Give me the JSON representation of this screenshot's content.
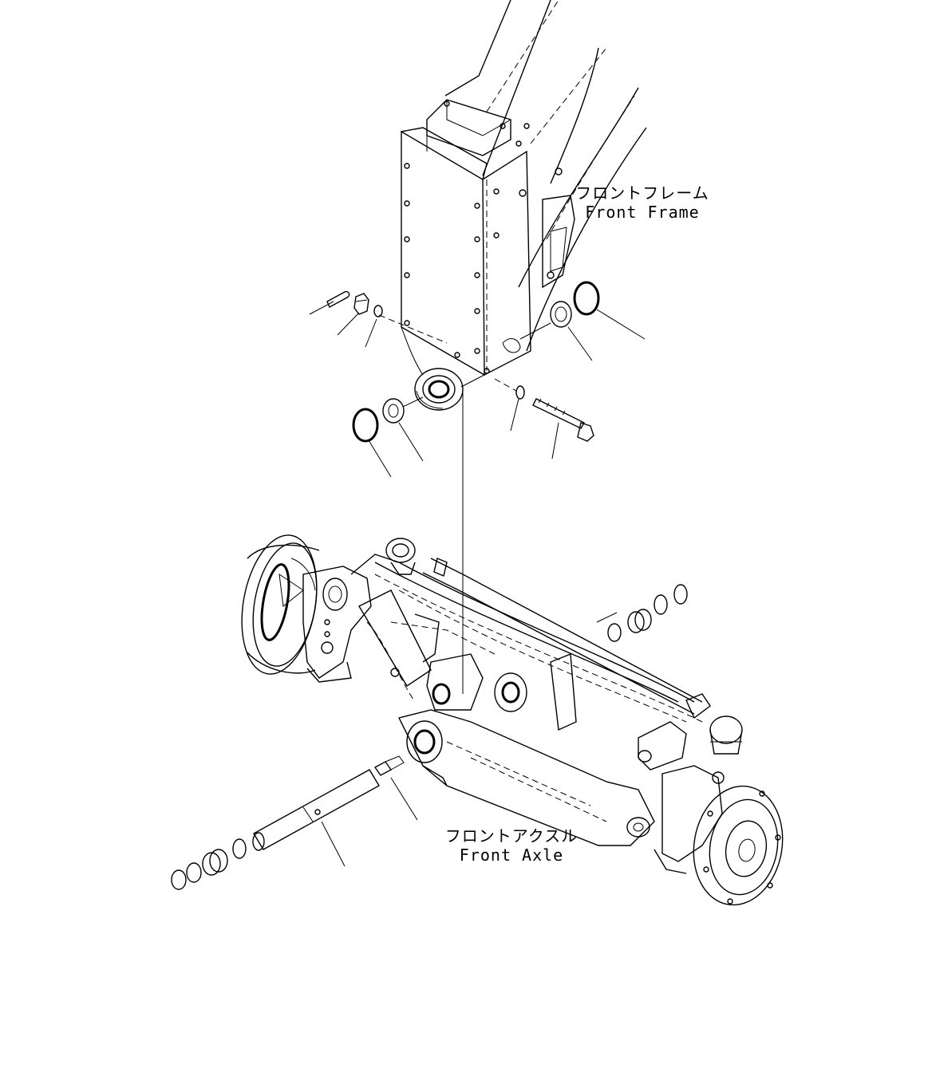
{
  "labels": {
    "front_frame_jp": "フロントフレーム",
    "front_frame_en": "Front Frame",
    "front_axle_jp": "フロントアクスル",
    "front_axle_en": "Front Axle"
  },
  "colors": {
    "line": "#000000",
    "background": "#ffffff"
  }
}
